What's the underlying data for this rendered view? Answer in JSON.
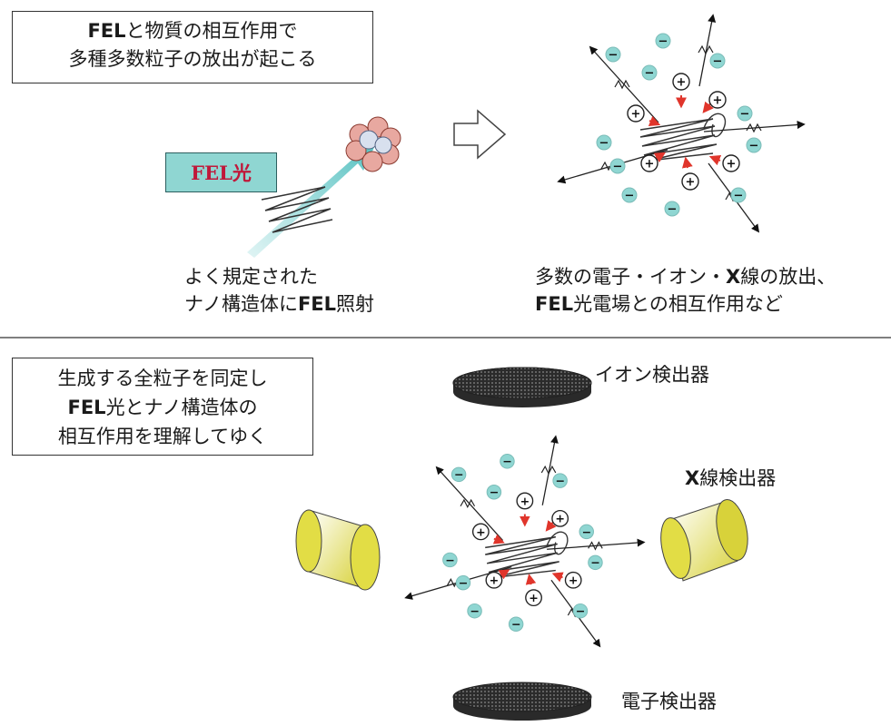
{
  "top_box": {
    "line1_bold": "FEL",
    "line1_rest": "と物質の相互作用で",
    "line2": "多種多数粒子の放出が起こる"
  },
  "fel_label": "FEL光",
  "nano_caption": {
    "line1": "よく規定された",
    "line2_pre": "ナノ構造体に",
    "line2_bold": "FEL",
    "line2_post": "照射"
  },
  "emission_caption": {
    "line1_pre": "多数の電子・イオン・",
    "line1_bold": "X",
    "line1_post": "線の放出、",
    "line2_bold": "FEL",
    "line2_post": "光電場との相互作用など"
  },
  "bottom_box": {
    "line1": "生成する全粒子を同定し",
    "line2_bold": "FEL",
    "line2_rest": "光とナノ構造体の",
    "line3": "相互作用を理解してゆく"
  },
  "detectors": {
    "ion": "イオン検出器",
    "xray_bold": "X",
    "xray_rest": "線検出器",
    "electron": "電子検出器"
  },
  "particle_symbols": {
    "electron": "−",
    "ion": "+"
  },
  "colors": {
    "electron_fill": "#8fd6d2",
    "arrow_red": "#e0352b",
    "beam": "#66c9c9",
    "detector_yellow": "#e2dd45",
    "detector_disk": "#333333",
    "label_red": "#c0183a"
  }
}
